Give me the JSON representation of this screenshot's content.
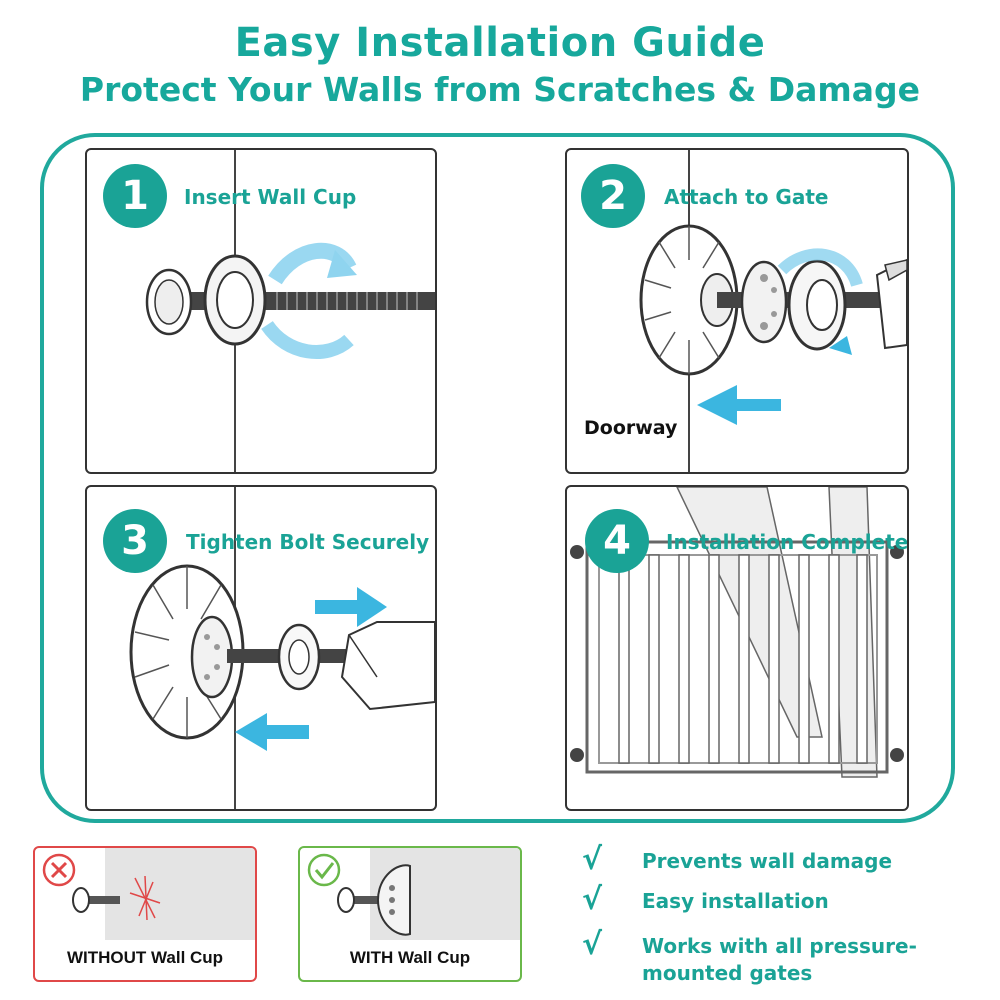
{
  "header": {
    "title": "Easy Installation Guide",
    "subtitle": "Protect Your Walls from Scratches & Damage"
  },
  "steps": [
    {
      "number": "1",
      "label": "Insert Wall Cup"
    },
    {
      "number": "2",
      "label": "Attach to Gate",
      "annotation": "Doorway"
    },
    {
      "number": "3",
      "label": "Tighten Bolt Securely"
    },
    {
      "number": "4",
      "label": "Installation Complete"
    }
  ],
  "comparison": {
    "without_label": "WITHOUT Wall Cup",
    "with_label": "WITH Wall Cup"
  },
  "features": [
    {
      "check": "√",
      "text": "Prevents wall damage"
    },
    {
      "check": "√",
      "text": "Easy installation"
    },
    {
      "check": "√",
      "text": "Works with all pressure-mounted gates"
    }
  ],
  "colors": {
    "accent": "#1aa396",
    "arrow": "#3bb6e0",
    "bad": "#e04848",
    "good": "#6ab84a"
  }
}
